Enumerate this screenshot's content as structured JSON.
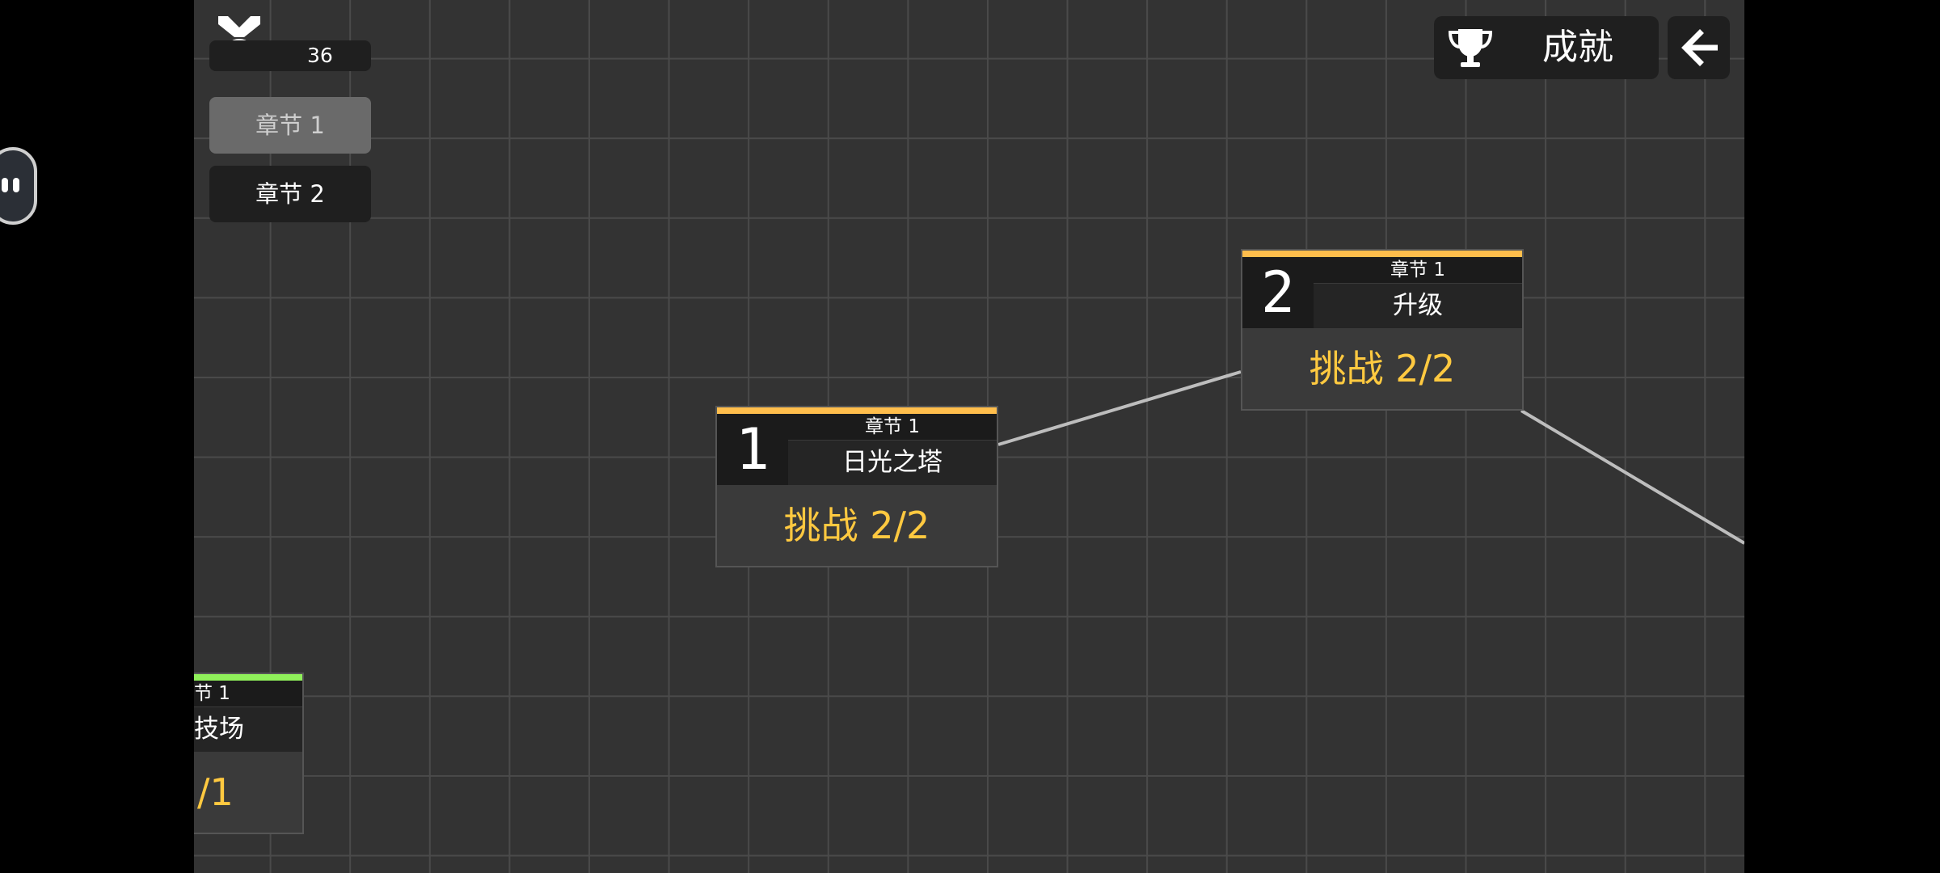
{
  "score": {
    "value": "36"
  },
  "chapters": [
    {
      "label": "章节 1",
      "active": true
    },
    {
      "label": "章节 2",
      "active": false
    }
  ],
  "achievements": {
    "label": "成就",
    "icon": "trophy-icon"
  },
  "back": {
    "icon": "arrow-left-icon"
  },
  "levels": [
    {
      "number": "1",
      "chapter": "章节 1",
      "name": "日光之塔",
      "challenge": "挑战 2/2",
      "stripe_color": "#ffbe4c"
    },
    {
      "number": "2",
      "chapter": "章节 1",
      "name": "升级",
      "challenge": "挑战 2/2",
      "stripe_color": "#ffbe4c"
    },
    {
      "number": "",
      "chapter": "节 1",
      "name": "技场",
      "challenge": "/1",
      "stripe_color": "#8ff05a"
    }
  ],
  "colors": {
    "background": "#333333",
    "grid": "#4a4a4a",
    "accent": "#ffc940",
    "panel": "#1f1f1f"
  }
}
